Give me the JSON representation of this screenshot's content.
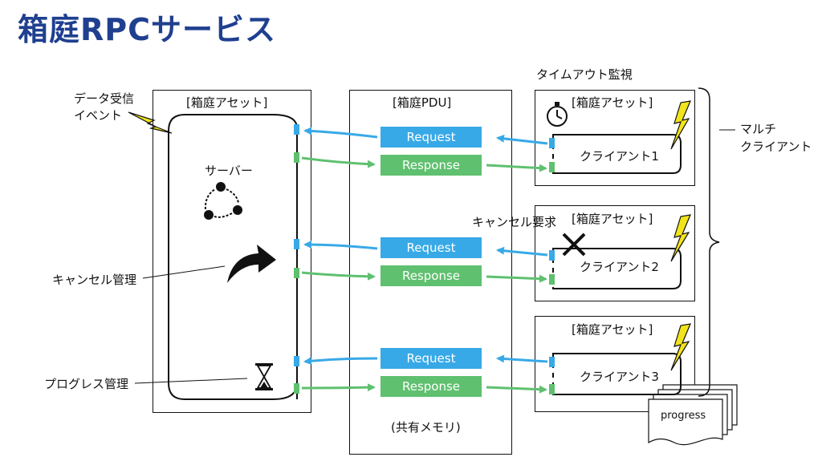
{
  "title": "箱庭RPCサービス",
  "event_label_1": "データ受信",
  "event_label_2": "イベント",
  "server_asset": "[箱庭アセット]",
  "server_label": "サーバー",
  "pdu_header": "[箱庭PDU]",
  "pdu_footer": "(共有メモリ)",
  "request_label": "Request",
  "response_label": "Response",
  "cancel_mgmt": "キャンセル管理",
  "progress_mgmt": "プログレス管理",
  "timeout_label": "タイムアウト監視",
  "cancel_req": "キャンセル要求",
  "multi_client_1": "マルチ",
  "multi_client_2": "クライアント",
  "clients": [
    {
      "asset": "[箱庭アセット]",
      "name": "クライアント1"
    },
    {
      "asset": "[箱庭アセット]",
      "name": "クライアント2"
    },
    {
      "asset": "[箱庭アセット]",
      "name": "クライアント3"
    }
  ],
  "progress_doc": "progress",
  "colors": {
    "title": "#1f3f8f",
    "request": "#38a9e7",
    "response": "#5fc06f",
    "lightning": "#f2e41b"
  }
}
